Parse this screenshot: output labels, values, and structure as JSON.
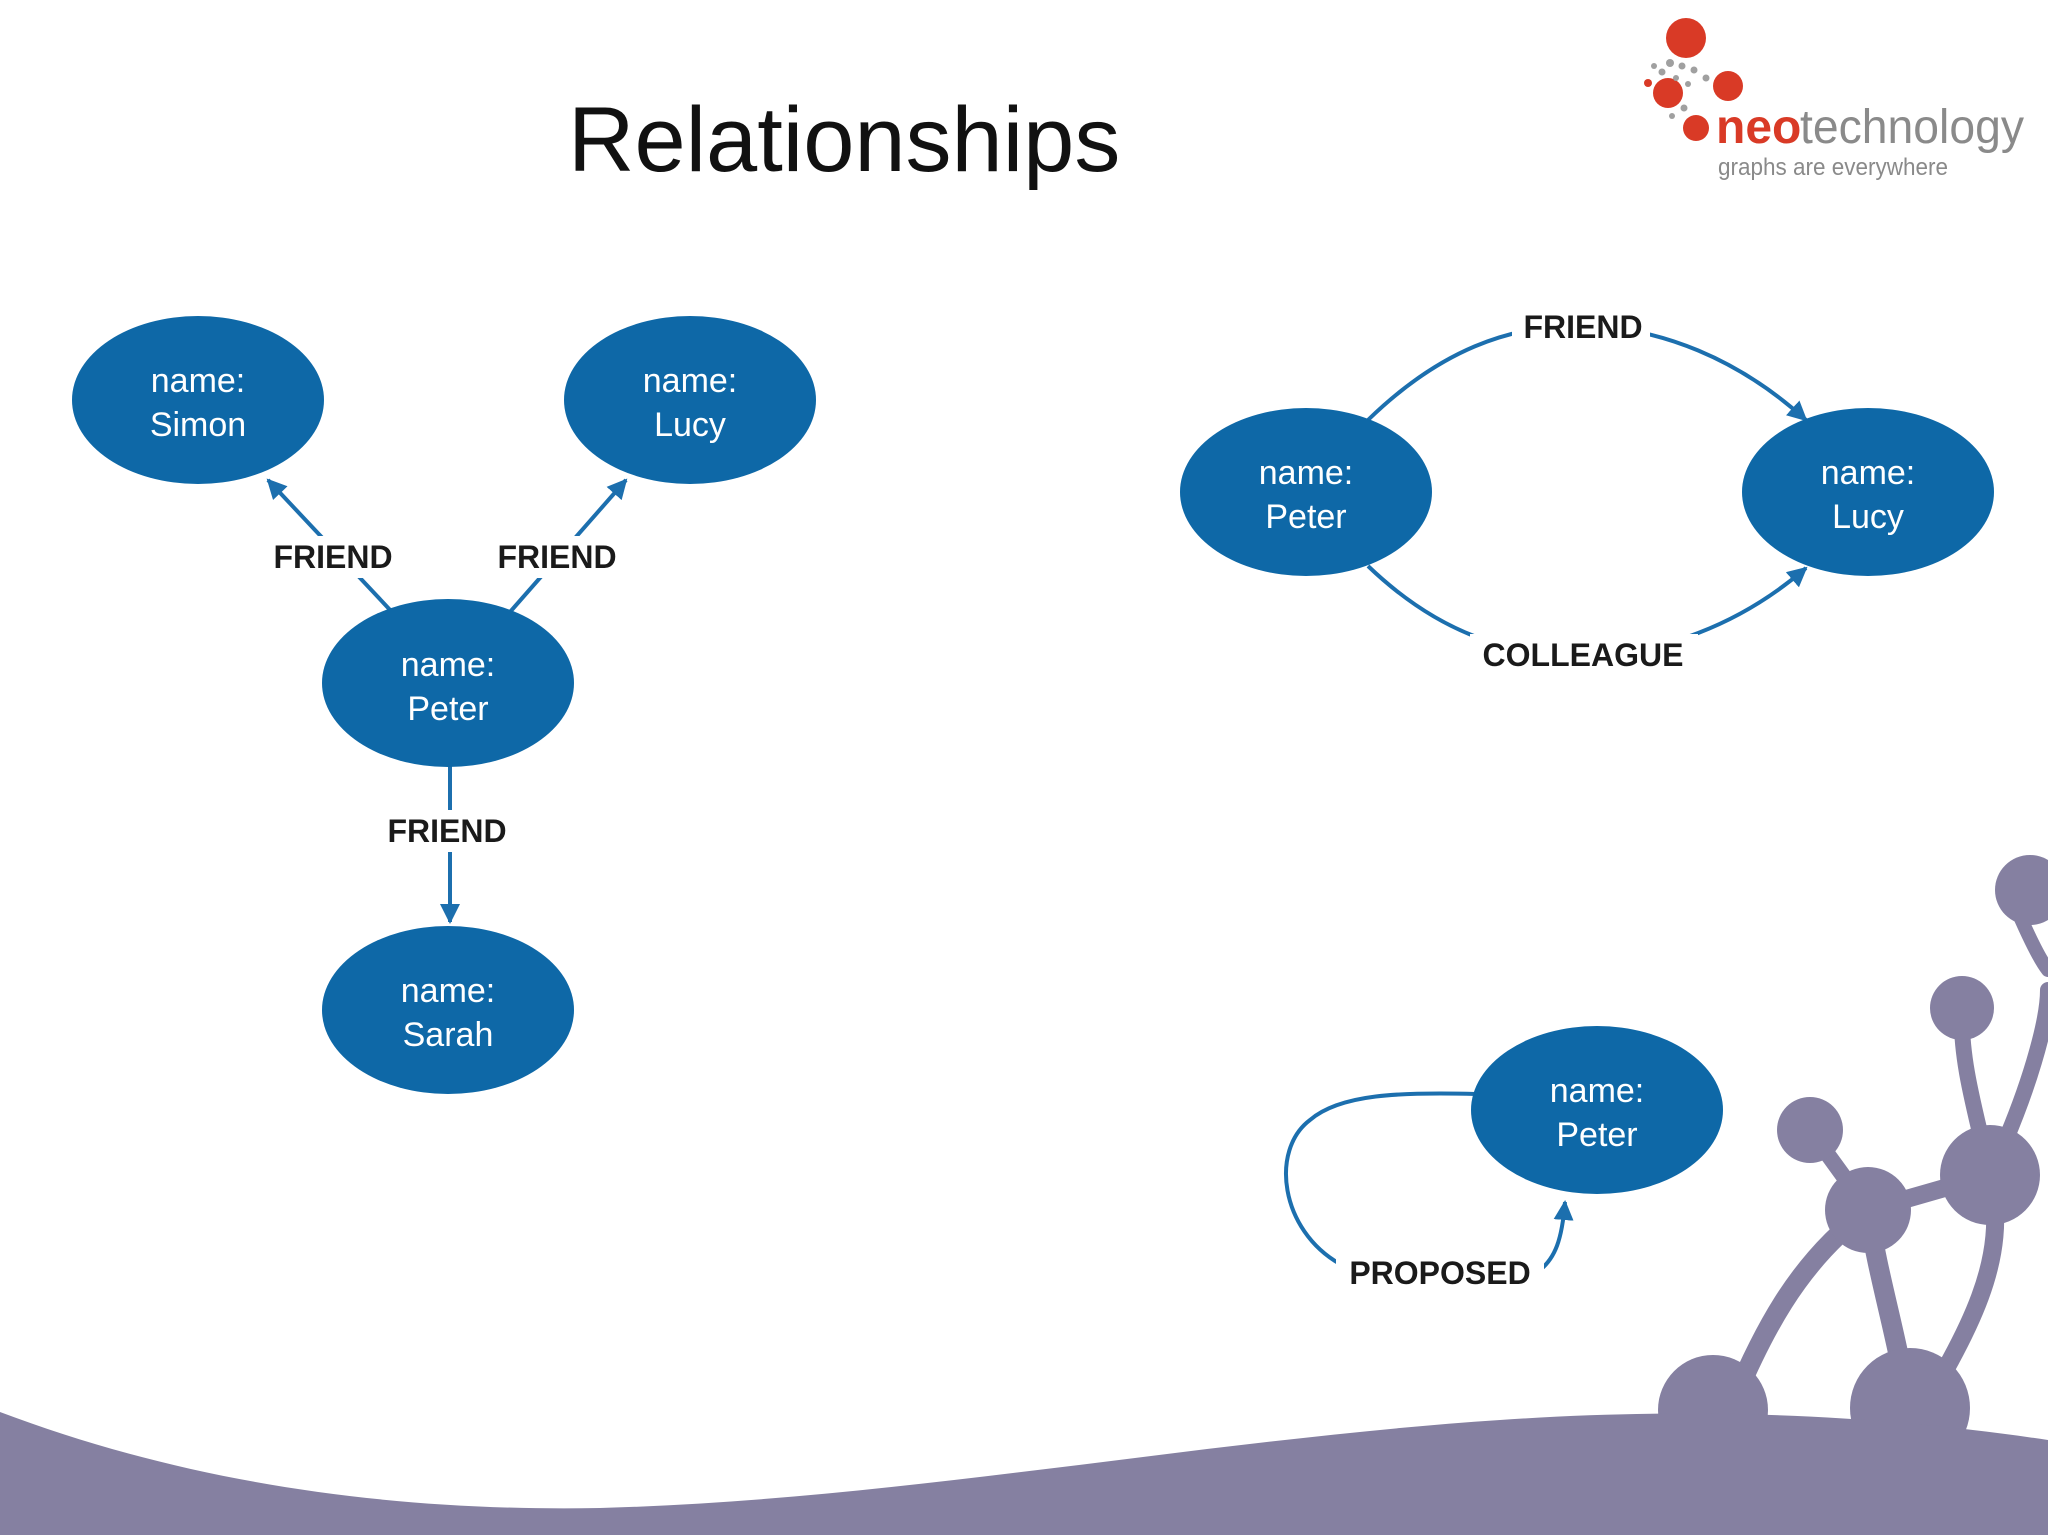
{
  "slide": {
    "title": "Relationships"
  },
  "logo": {
    "brand_neo": "neo",
    "brand_rest": "technology",
    "tagline": "graphs are everywhere",
    "colors": {
      "red": "#d93a26",
      "gray": "#8a8a8a"
    }
  },
  "colors": {
    "node_fill": "#0e68a7",
    "edge": "#1c6fae",
    "decor": "#8580a1"
  },
  "diagram1": {
    "nodes": {
      "simon": {
        "line1": "name:",
        "line2": "Simon"
      },
      "lucy": {
        "line1": "name:",
        "line2": "Lucy"
      },
      "peter": {
        "line1": "name:",
        "line2": "Peter"
      },
      "sarah": {
        "line1": "name:",
        "line2": "Sarah"
      }
    },
    "edges": {
      "to_simon": "FRIEND",
      "to_lucy": "FRIEND",
      "to_sarah": "FRIEND"
    }
  },
  "diagram2": {
    "nodes": {
      "peter": {
        "line1": "name:",
        "line2": "Peter"
      },
      "lucy": {
        "line1": "name:",
        "line2": "Lucy"
      }
    },
    "edges": {
      "friend": "FRIEND",
      "colleague": "COLLEAGUE"
    }
  },
  "diagram3": {
    "nodes": {
      "peter": {
        "line1": "name:",
        "line2": "Peter"
      }
    },
    "edges": {
      "proposed": "PROPOSED"
    }
  }
}
